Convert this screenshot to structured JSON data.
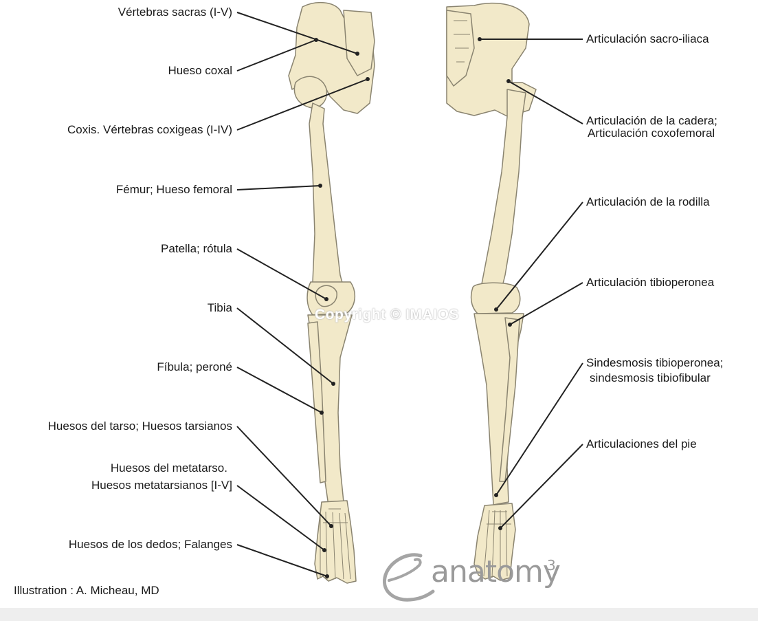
{
  "labels_left": [
    {
      "id": "sacral",
      "text": "Vértebras sacras (I-V)"
    },
    {
      "id": "coxal",
      "text": "Hueso coxal"
    },
    {
      "id": "coccyx",
      "text": "Coxis. Vértebras coxigeas (I-IV)"
    },
    {
      "id": "femur",
      "text": "Fémur; Hueso femoral"
    },
    {
      "id": "patella",
      "text": "Patella; rótula"
    },
    {
      "id": "tibia",
      "text": "Tibia"
    },
    {
      "id": "fibula",
      "text": "Fíbula; peroné"
    },
    {
      "id": "tarsal",
      "text": "Huesos del tarso; Huesos tarsianos"
    },
    {
      "id": "metatarsal1",
      "text": "Huesos del metatarso."
    },
    {
      "id": "metatarsal2",
      "text": "Huesos metatarsianos [I-V]"
    },
    {
      "id": "phalanges",
      "text": "Huesos de los dedos; Falanges"
    }
  ],
  "labels_right": [
    {
      "id": "sacroiliac",
      "text": "Articulación sacro-iliaca"
    },
    {
      "id": "hip1",
      "text": "Articulación de la cadera;"
    },
    {
      "id": "hip2",
      "text": "Articulación coxofemoral"
    },
    {
      "id": "knee",
      "text": "Articulación de la rodilla"
    },
    {
      "id": "tibiofibular",
      "text": "Articulación tibioperonea"
    },
    {
      "id": "syndesmosis1",
      "text": "Sindesmosis tibioperonea;"
    },
    {
      "id": "syndesmosis2",
      "text": "sindesmosis tibiofibular"
    },
    {
      "id": "foot",
      "text": "Articulaciones del pie"
    }
  ],
  "credit": "Illustration : A. Micheau, MD",
  "copyright": "Copyright © IMAIOS",
  "logo": {
    "text": "anatomy",
    "superscript": "3"
  },
  "colors": {
    "bone": "#f2e9c9",
    "outline": "#8a8470",
    "leader": "#222222"
  }
}
